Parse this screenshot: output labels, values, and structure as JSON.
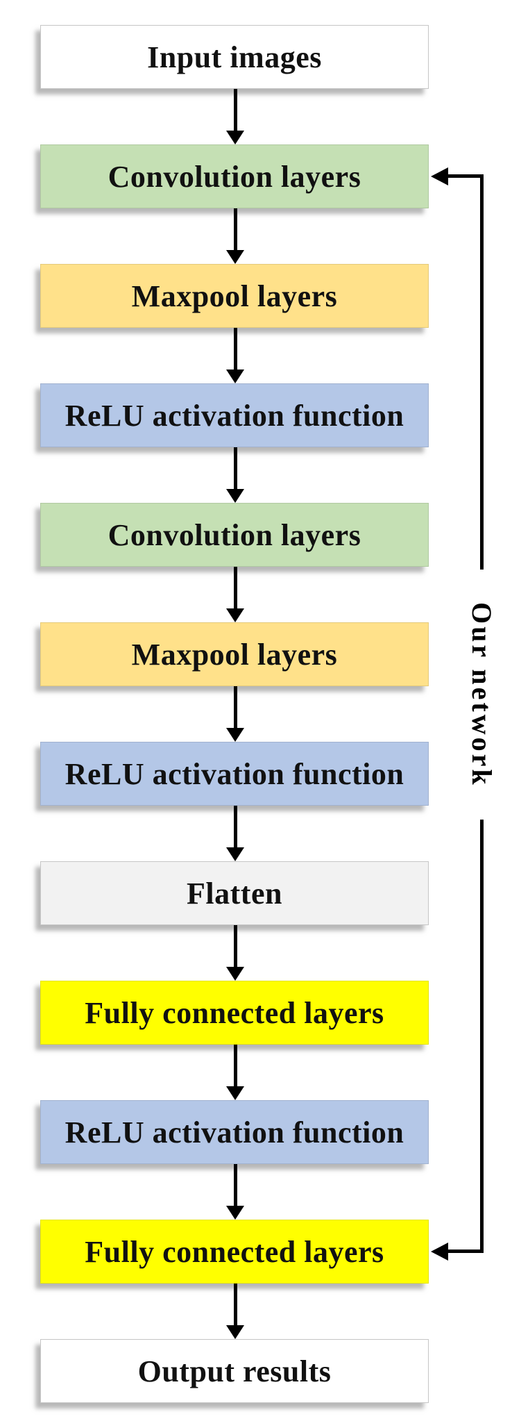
{
  "figure": {
    "type": "flowchart",
    "steps": [
      {
        "label": "Input images",
        "color": "#ffffff"
      },
      {
        "label": "Convolution layers",
        "color": "#c5e0b4"
      },
      {
        "label": "Maxpool layers",
        "color": "#ffe18a"
      },
      {
        "label": "ReLU activation function",
        "color": "#b4c7e7"
      },
      {
        "label": "Convolution layers",
        "color": "#c5e0b4"
      },
      {
        "label": "Maxpool layers",
        "color": "#ffe18a"
      },
      {
        "label": "ReLU activation function",
        "color": "#b4c7e7"
      },
      {
        "label": "Flatten",
        "color": "#f2f2f2"
      },
      {
        "label": "Fully connected layers",
        "color": "#ffff00"
      },
      {
        "label": "ReLU activation function",
        "color": "#b4c7e7"
      },
      {
        "label": "Fully connected layers",
        "color": "#ffff00"
      },
      {
        "label": "Output results",
        "color": "#ffffff"
      }
    ],
    "feedback": {
      "label": "Our network",
      "from_step_index": 1,
      "to_step_index": 10
    },
    "arrow_color": "#000000",
    "text_color": "#111111"
  }
}
